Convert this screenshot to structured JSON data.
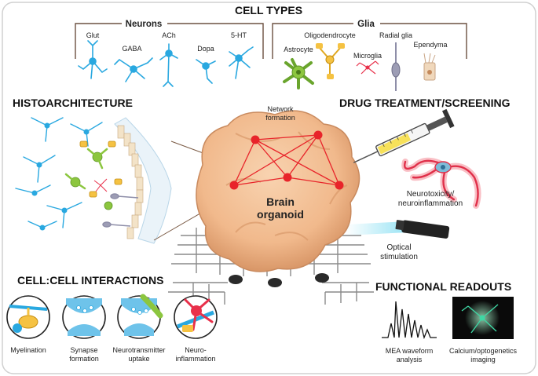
{
  "cell_types": {
    "title": "CELL TYPES",
    "neurons": {
      "title": "Neurons",
      "items": [
        {
          "label": "Glut",
          "color": "#29a8e0"
        },
        {
          "label": "GABA",
          "color": "#29a8e0"
        },
        {
          "label": "ACh",
          "color": "#29a8e0"
        },
        {
          "label": "Dopa",
          "color": "#29a8e0"
        },
        {
          "label": "5-HT",
          "color": "#29a8e0"
        }
      ]
    },
    "glia": {
      "title": "Glia",
      "items": [
        {
          "label": "Astrocyte",
          "color": "#8cc63f"
        },
        {
          "label": "Oligodendrocyte",
          "color": "#f5c242"
        },
        {
          "label": "Microglia",
          "color": "#e8304a"
        },
        {
          "label": "Radial glia",
          "color": "#8e8ea8"
        },
        {
          "label": "Ependyma",
          "color": "#e8c9a8"
        }
      ]
    }
  },
  "histoarchitecture": {
    "title": "HISTOARCHITECTURE"
  },
  "drug": {
    "title": "DRUG TREATMENT/SCREENING",
    "neurotox_line1": "Neurotoxicity/",
    "neurotox_line2": "neuroinflammation"
  },
  "organoid": {
    "network_line1": "Network",
    "network_line2": "formation",
    "label_line1": "Brain",
    "label_line2": "organoid",
    "optical_line1": "Optical",
    "optical_line2": "stimulation"
  },
  "interactions": {
    "title": "CELL:CELL INTERACTIONS",
    "items": [
      {
        "line1": "Myelination",
        "line2": ""
      },
      {
        "line1": "Synapse",
        "line2": "formation"
      },
      {
        "line1": "Neurotransmitter",
        "line2": "uptake"
      },
      {
        "line1": "Neuro-",
        "line2": "inflammation"
      }
    ]
  },
  "readouts": {
    "title": "FUNCTIONAL READOUTS",
    "mea_line1": "MEA waveform",
    "mea_line2": "analysis",
    "calcium_line1": "Calcium/optogenetics",
    "calcium_line2": "imaging"
  },
  "colors": {
    "organoid": "#f1b98c",
    "network": "#e8242a",
    "neuron": "#29a8e0",
    "astrocyte": "#8cc63f",
    "oligo": "#f5c242"
  }
}
